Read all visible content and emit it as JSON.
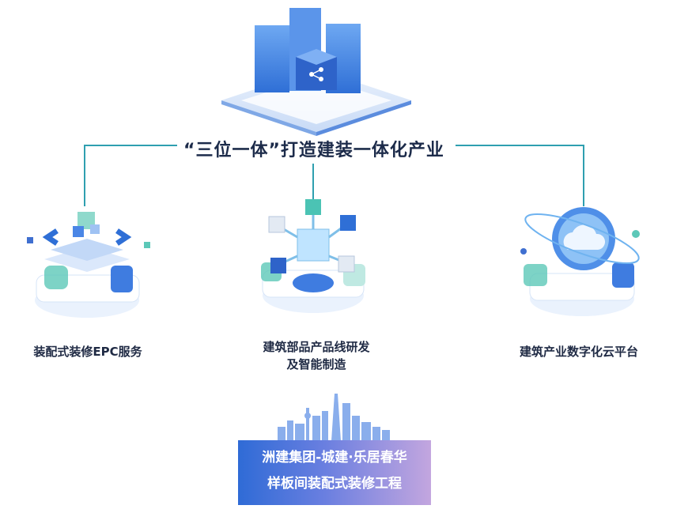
{
  "title": "“三位一体”打造建装一体化产业",
  "pillars": [
    {
      "label": "装配式装修EPC服务"
    },
    {
      "label_line1": "建筑部品产品线研发",
      "label_line2": "及智能制造"
    },
    {
      "label": "建筑产业数字化云平台"
    }
  ],
  "banner": {
    "line1": "洲建集团-城建·乐居春华",
    "line2": "样板间装配式装修工程"
  },
  "colors": {
    "connector": "#2f9fb0",
    "primary_blue": "#3d7be0",
    "teal": "#4bc3b4"
  },
  "icons": [
    "server-cluster-icon",
    "code-brackets-icon",
    "molecule-cubes-icon",
    "cloud-icon",
    "city-skyline-icon"
  ]
}
